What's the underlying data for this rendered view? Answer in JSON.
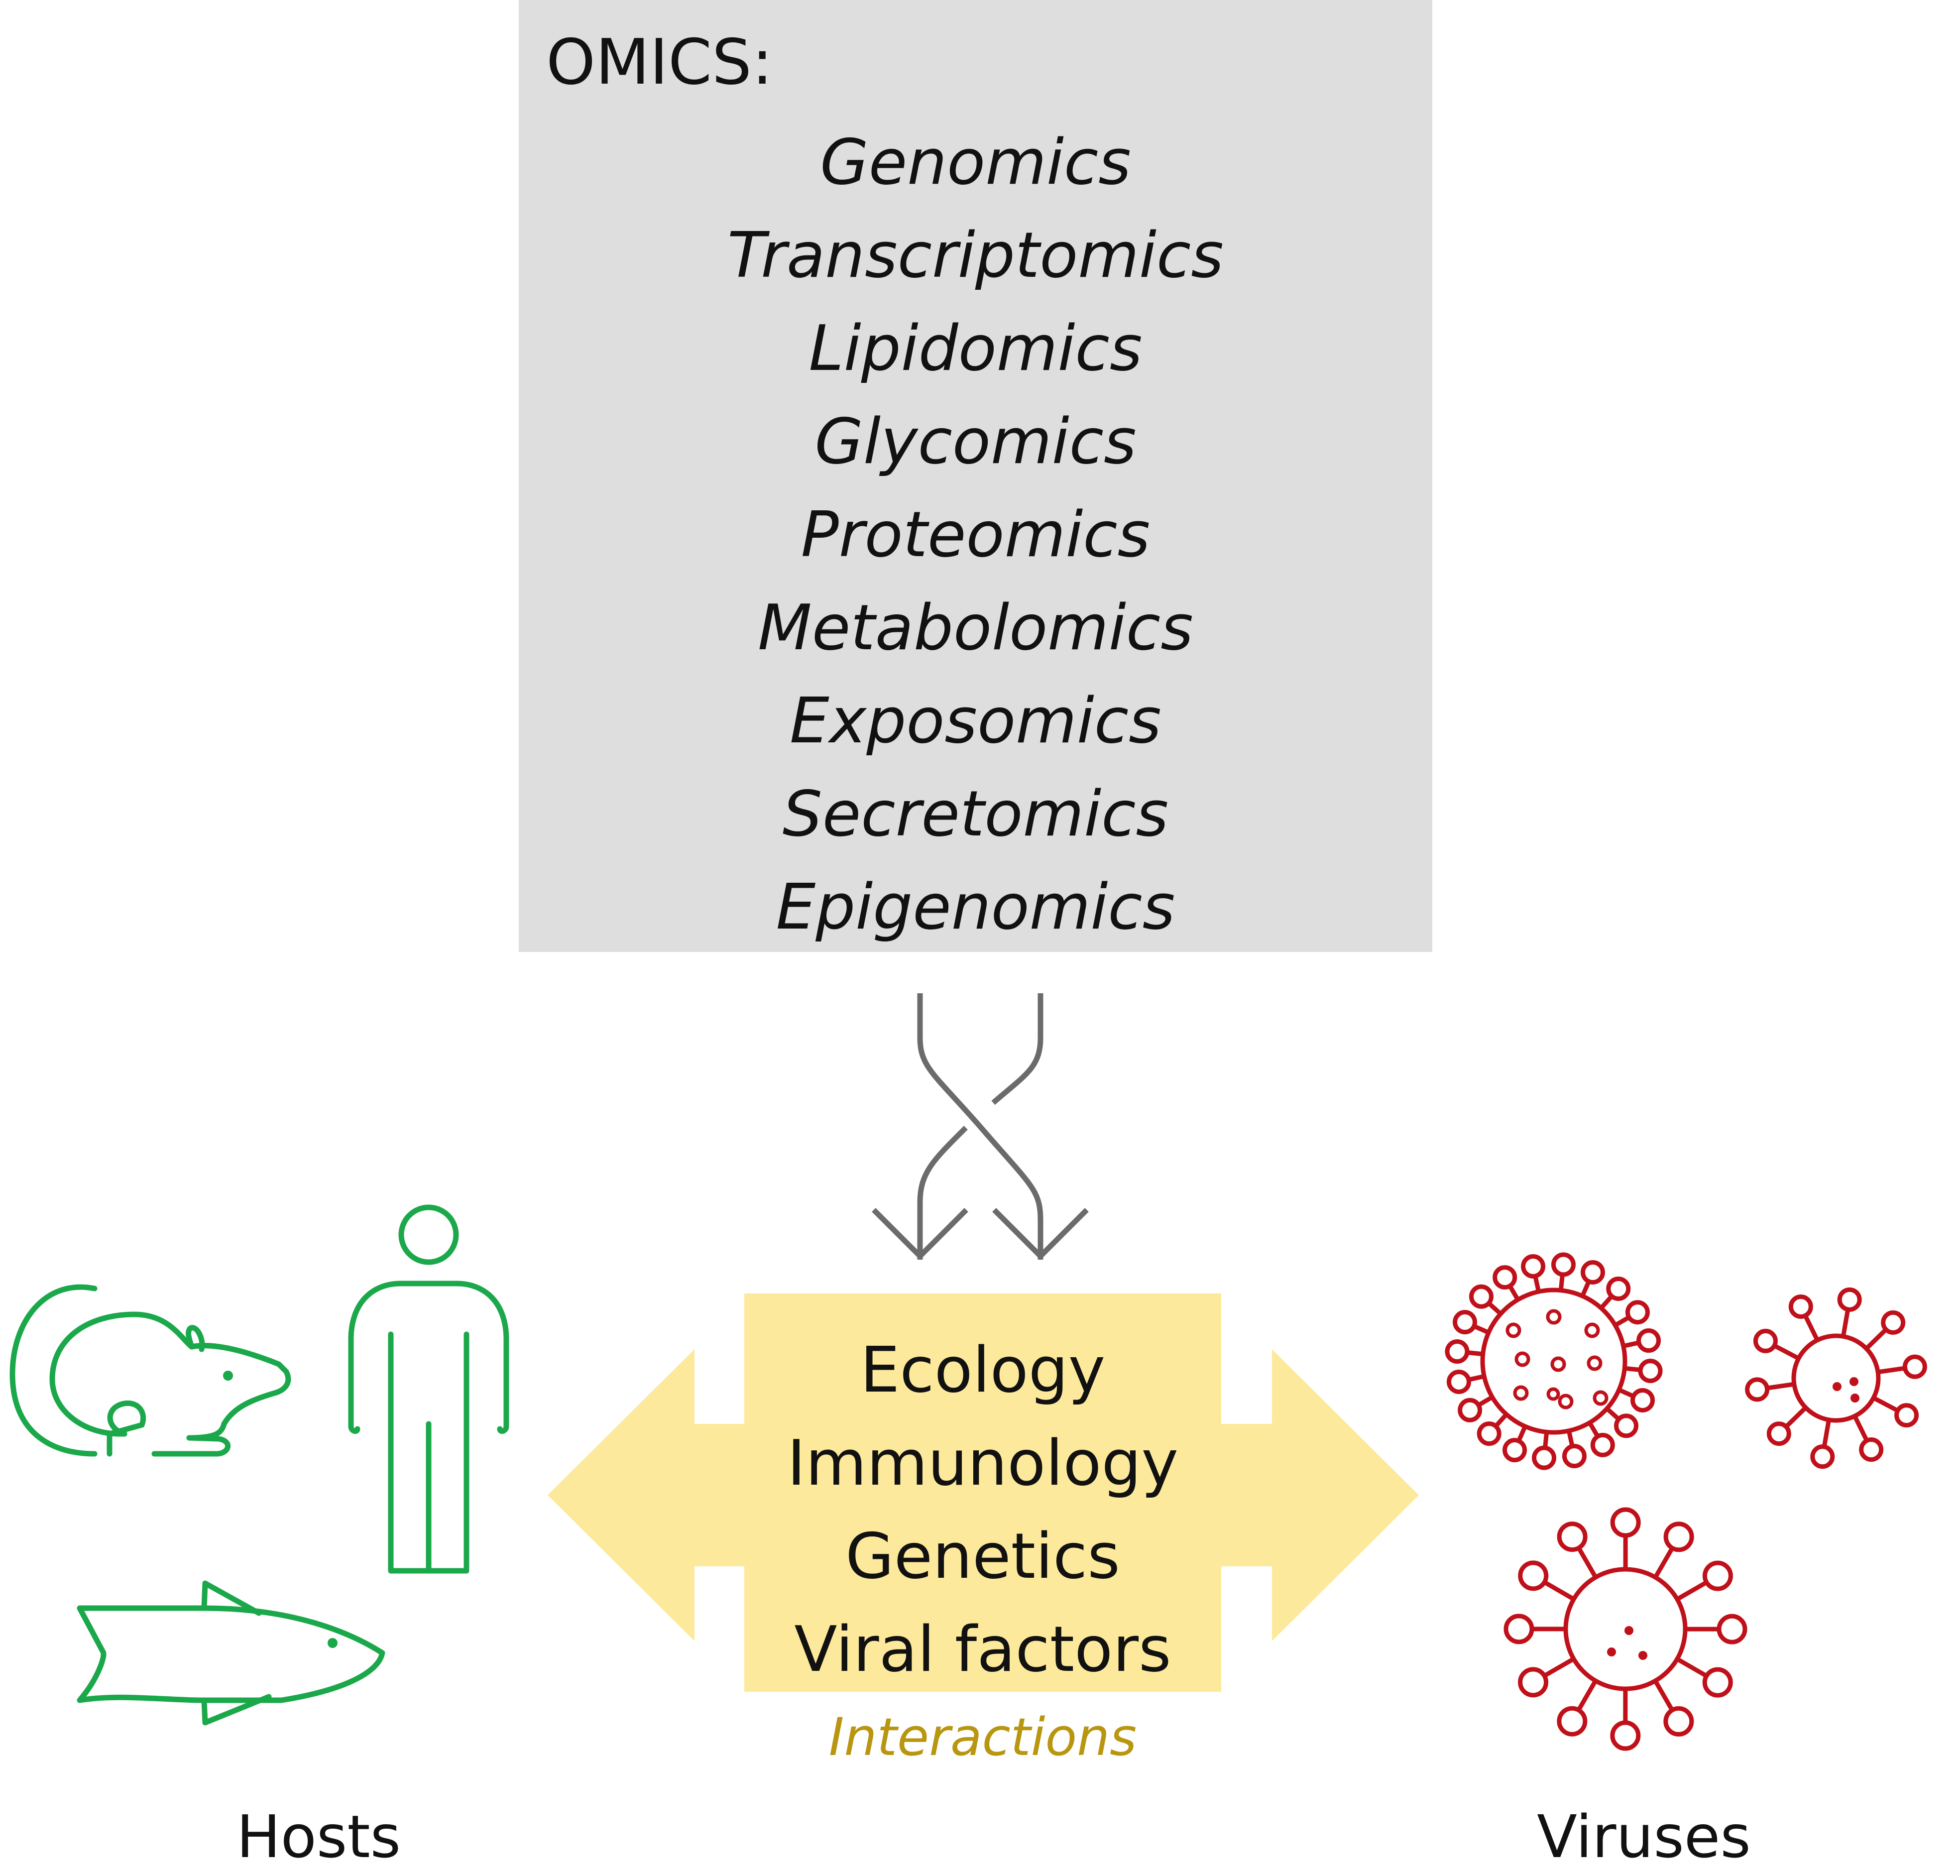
{
  "omics": {
    "title": "OMICS:",
    "items": [
      "Genomics",
      "Transcriptomics",
      "Lipidomics",
      "Glycomics",
      "Proteomics",
      "Metabolomics",
      "Exposomics",
      "Secretomics",
      "Epigenomics"
    ]
  },
  "interactions": {
    "items": [
      "Ecology",
      "Immunology",
      "Genetics",
      "Viral factors"
    ],
    "caption": "Interactions"
  },
  "hosts": {
    "label": "Hosts",
    "icons": [
      "rat-icon",
      "human-icon",
      "fish-icon"
    ]
  },
  "viruses": {
    "label": "Viruses",
    "icons": [
      "virus-icon",
      "virus-icon",
      "virus-icon"
    ]
  },
  "colors": {
    "omics_box": "#dedede",
    "interaction_box": "#fde99b",
    "hosts_green": "#1aa84a",
    "virus_red": "#c0101a",
    "arrow_gray": "#6b6b6b",
    "caption_gold": "#b8960f"
  }
}
